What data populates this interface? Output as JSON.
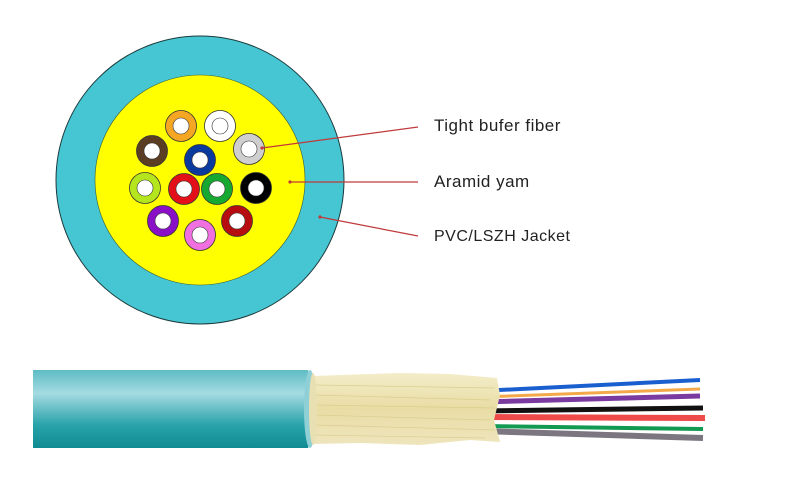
{
  "labels": {
    "tight_buffer": "Tight bufer fiber",
    "aramid": "Aramid yam",
    "jacket": "PVC/LSZH Jacket"
  },
  "colors": {
    "jacket": "#45c6d2",
    "aramid": "#ffff00",
    "leader": "#c0393b",
    "fibers": [
      "#f5a623",
      "#ffffff",
      "#5a3d22",
      "#cfcfcf",
      "#0a3a9e",
      "#b5e61d",
      "#e3101a",
      "#16a831",
      "#000000",
      "#8a10c8",
      "#f070e0",
      "#b80d10"
    ]
  }
}
